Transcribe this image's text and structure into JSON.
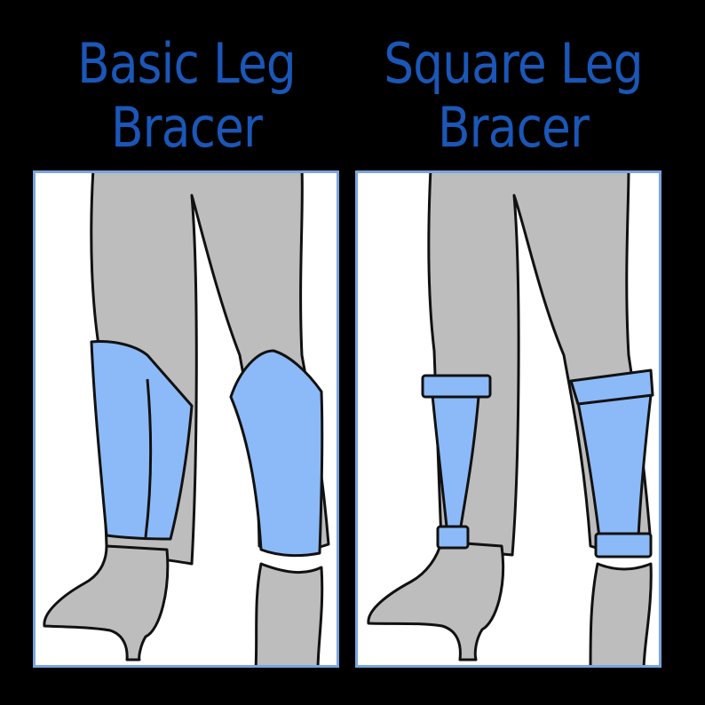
{
  "colors": {
    "background": "#000000",
    "title": "#1a57b8",
    "panel_border": "#7aa4dc",
    "panel_fill": "#ffffff",
    "leg": "#bdbdbd",
    "bracer": "#8cbaf8",
    "outline": "#111111"
  },
  "panels": [
    {
      "title_line1": "Basic Leg",
      "title_line2": "Bracer",
      "style": "basic"
    },
    {
      "title_line1": "Square Leg",
      "title_line2": "Bracer",
      "style": "square"
    }
  ]
}
